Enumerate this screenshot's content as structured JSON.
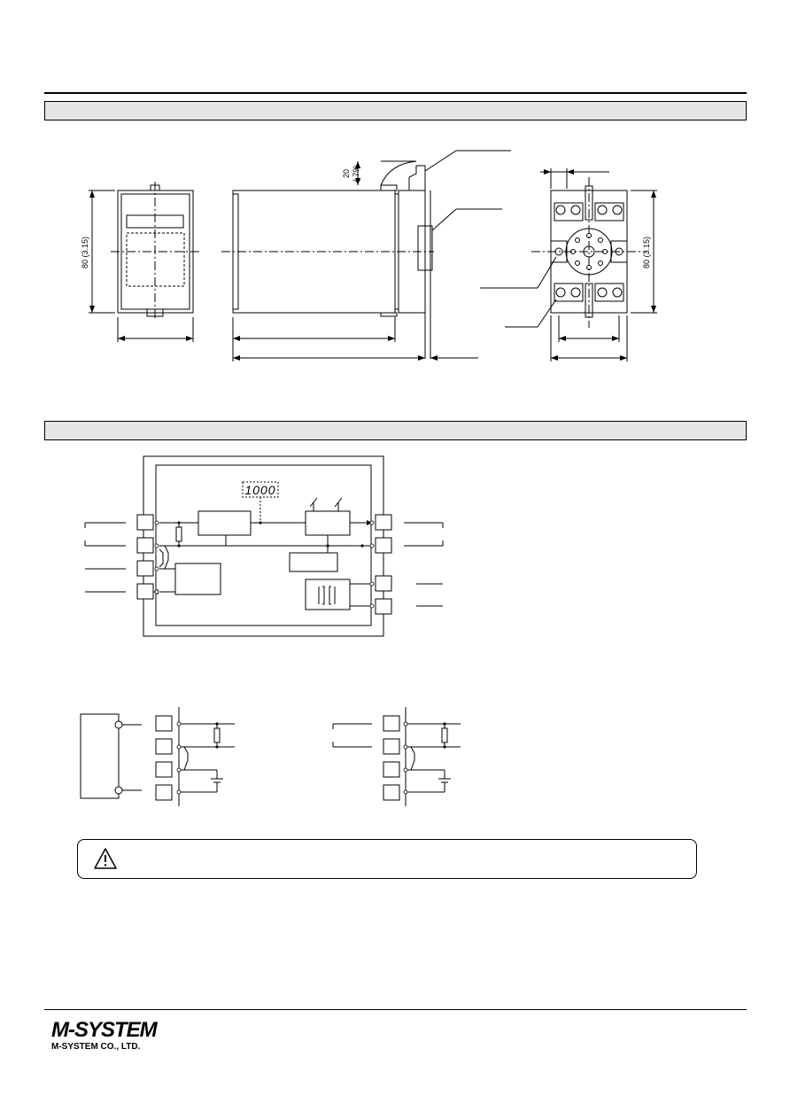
{
  "dimensions": {
    "height_label": "80 (3.15)",
    "rail_label": "20",
    "rail_label_inch": "(.79)",
    "socket_height_label": "80 (3.15)"
  },
  "block_diagram": {
    "display_text": "1000"
  },
  "footer": {
    "logo_text": "M-SYSTEM",
    "company_name": "M-SYSTEM CO., LTD."
  },
  "icons": {
    "warning": "warning-triangle-icon"
  }
}
